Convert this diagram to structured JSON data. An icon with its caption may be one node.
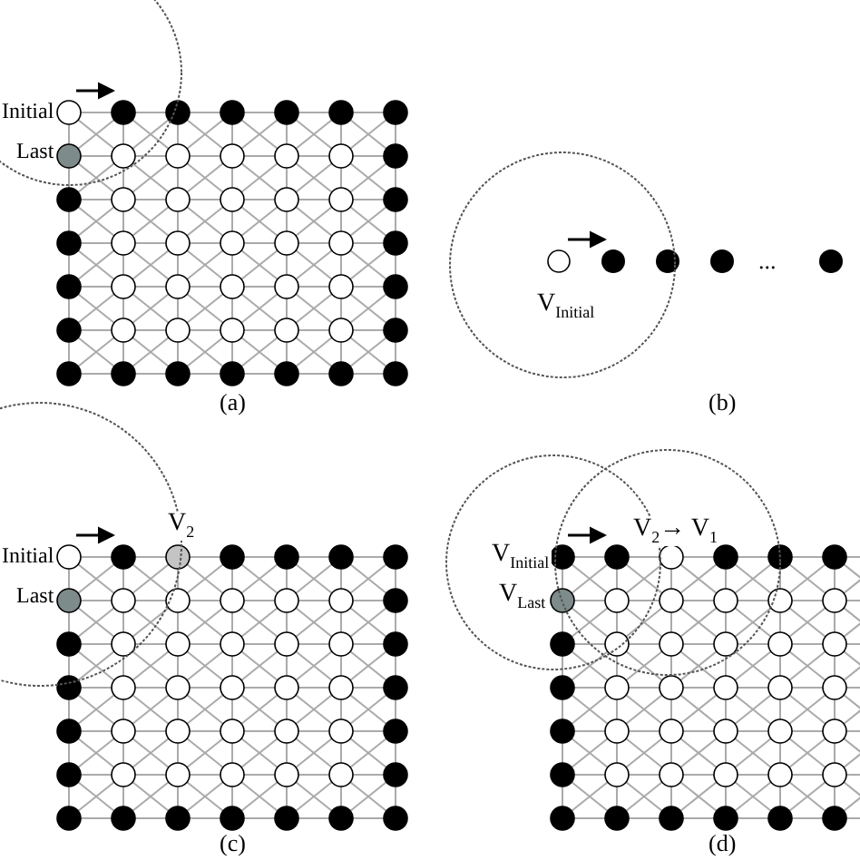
{
  "diagram": {
    "labels": [
      "Initial",
      "Last",
      "(a)",
      "V$_{Initial}$",
      "...",
      "(b)",
      "V$_{2}$",
      "Initial",
      "Last",
      "(c)",
      "V$_{Initial}$",
      "V$_{Last}$",
      "V$_{2}$→ V$_{1}$",
      "(d)"
    ]
  }
}
